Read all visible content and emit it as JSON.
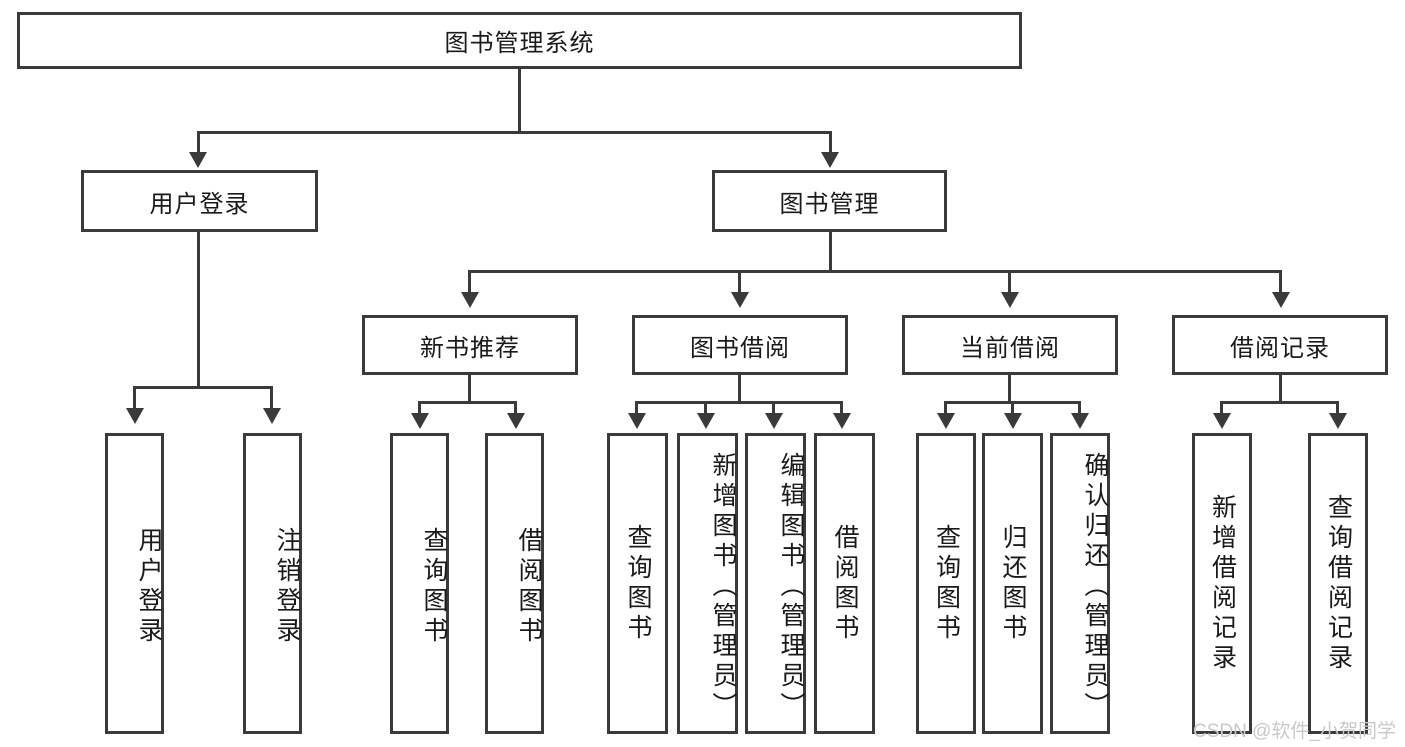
{
  "diagram": {
    "title": "图书管理系统",
    "type": "tree-hierarchy-chart",
    "root": {
      "label": "图书管理系统"
    },
    "level2": [
      {
        "label": "用户登录"
      },
      {
        "label": "图书管理"
      }
    ],
    "level3": [
      {
        "label": "新书推荐"
      },
      {
        "label": "图书借阅"
      },
      {
        "label": "当前借阅"
      },
      {
        "label": "借阅记录"
      }
    ],
    "leaves": {
      "user_login": [
        {
          "label": "用户登录"
        },
        {
          "label": "注销登录"
        }
      ],
      "new_book_recommend": [
        {
          "label": "查询图书"
        },
        {
          "label": "借阅图书"
        }
      ],
      "book_borrow": [
        {
          "label": "查询图书"
        },
        {
          "label": "新增图书（管理员）"
        },
        {
          "label": "编辑图书（管理员）"
        },
        {
          "label": "借阅图书"
        }
      ],
      "current_borrow": [
        {
          "label": "查询图书"
        },
        {
          "label": "归还图书"
        },
        {
          "label": "确认归还（管理员）"
        }
      ],
      "borrow_record": [
        {
          "label": "新增借阅记录"
        },
        {
          "label": "查询借阅记录"
        }
      ]
    }
  },
  "watermark": {
    "text": "CSDN @软件_小贺同学"
  },
  "colors": {
    "stroke": "#3a3a3a",
    "background": "#ffffff",
    "text": "#1a1a1a",
    "watermark": "#c9c9c9"
  }
}
